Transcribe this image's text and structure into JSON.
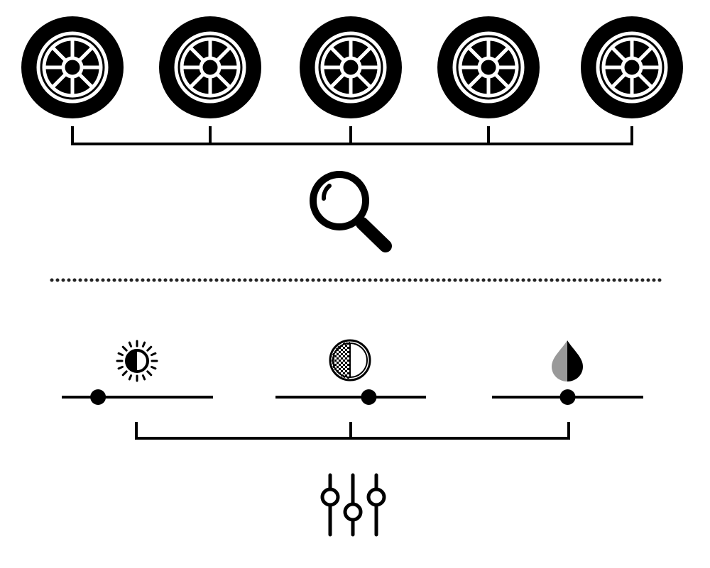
{
  "diagram": {
    "wheels": [
      {
        "icon": "tire-icon"
      },
      {
        "icon": "tire-icon"
      },
      {
        "icon": "tire-icon"
      },
      {
        "icon": "tire-icon"
      },
      {
        "icon": "tire-icon"
      }
    ],
    "connector_top": {
      "icon": "bracket-connector"
    },
    "search": {
      "icon": "magnifier-icon"
    },
    "separator": {
      "style": "dotted"
    },
    "adjustments": [
      {
        "icon": "brightness-icon",
        "slider_value": 0.24
      },
      {
        "icon": "contrast-icon",
        "slider_value": 0.62
      },
      {
        "icon": "saturation-drop-icon",
        "slider_value": 0.5
      }
    ],
    "connector_bottom": {
      "icon": "bracket-connector"
    },
    "settings": {
      "icon": "sliders-settings-icon"
    },
    "colors": {
      "ink": "#000000",
      "background": "#ffffff",
      "drop_half": "#999999"
    }
  }
}
